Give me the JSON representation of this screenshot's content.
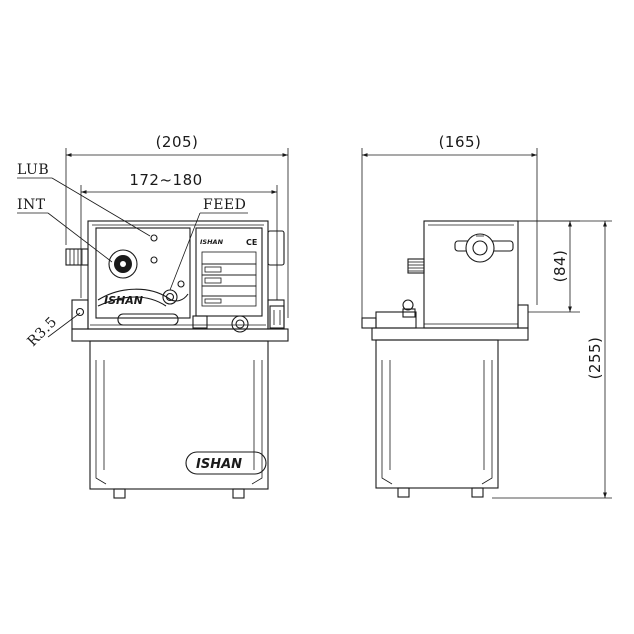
{
  "front_view": {
    "overall_width": "(205)",
    "mount_width": "172~180",
    "labels": {
      "lub": "LUB",
      "int": "INT",
      "feed": "FEED",
      "hole": "R3.5"
    },
    "brand_panel": "ISHAN",
    "brand_tank": "ISHAN",
    "ce_mark": "CE"
  },
  "side_view": {
    "overall_depth": "(165)",
    "head_height": "(84)",
    "overall_height": "(255)"
  }
}
